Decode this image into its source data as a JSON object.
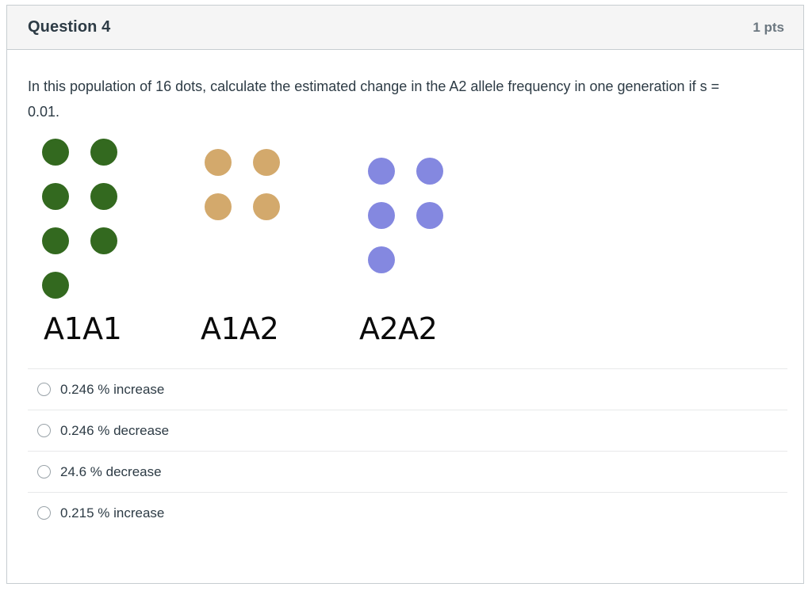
{
  "header": {
    "title": "Question 4",
    "points": "1 pts"
  },
  "question": {
    "text": "In this population of 16 dots, calculate the estimated change in the A2 allele frequency in one generation if s = 0.01."
  },
  "diagram": {
    "total_dots": 16,
    "groups": [
      {
        "label": "A1A1",
        "color": "#33691f",
        "count": 7,
        "rows": [
          2,
          2,
          2,
          1
        ]
      },
      {
        "label": "A1A2",
        "color": "#d3a96c",
        "count": 4,
        "rows": [
          2,
          2
        ]
      },
      {
        "label": "A2A2",
        "color": "#8488e0",
        "count": 5,
        "rows": [
          2,
          2,
          1
        ]
      }
    ]
  },
  "answers": {
    "options": [
      {
        "label": "0.246 % increase",
        "selected": false
      },
      {
        "label": "0.246 % decrease",
        "selected": false
      },
      {
        "label": "24.6 % decrease",
        "selected": false
      },
      {
        "label": "0.215 % increase",
        "selected": false
      }
    ]
  },
  "colors": {
    "card_border": "#c7cdd1",
    "header_bg": "#f5f5f5",
    "text": "#2d3b45",
    "muted_text": "#6b7780",
    "divider": "#e8e9ea",
    "radio_border": "#9aa3a9"
  }
}
